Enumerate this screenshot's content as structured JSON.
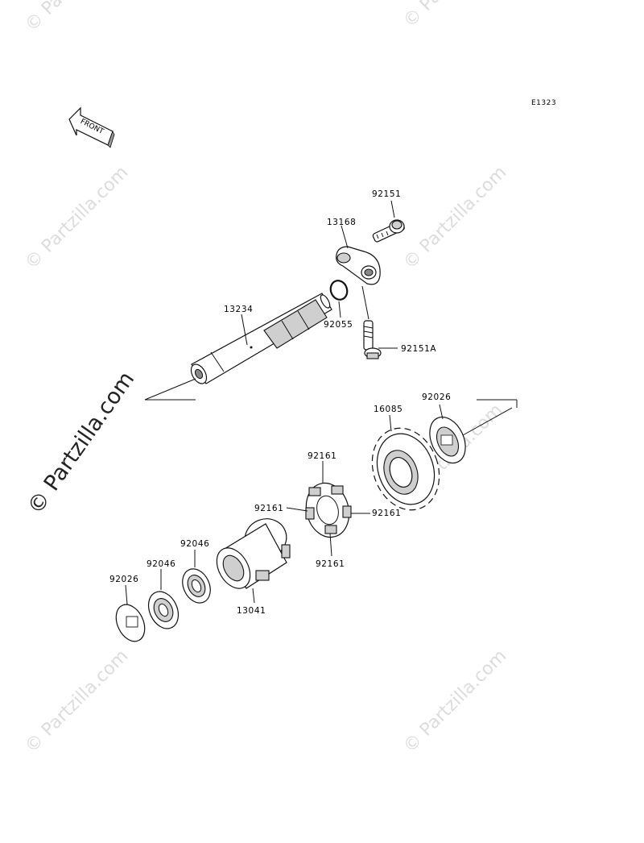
{
  "diagram_code": "E1323",
  "front_label": "FRONT",
  "watermark": "© Partzilla.com",
  "parts": {
    "bolt_top": "92151",
    "bracket": "13168",
    "shaft": "13234",
    "o_ring": "92055",
    "bolt_lower": "92151A",
    "gear_washer": "92026",
    "gear": "16085",
    "damper_top": "92161",
    "damper_left": "92161",
    "damper_right": "92161",
    "damper_bottom": "92161",
    "bearing_right": "92046",
    "bearing_left": "92046",
    "washer_left": "92026",
    "hub": "13041"
  }
}
